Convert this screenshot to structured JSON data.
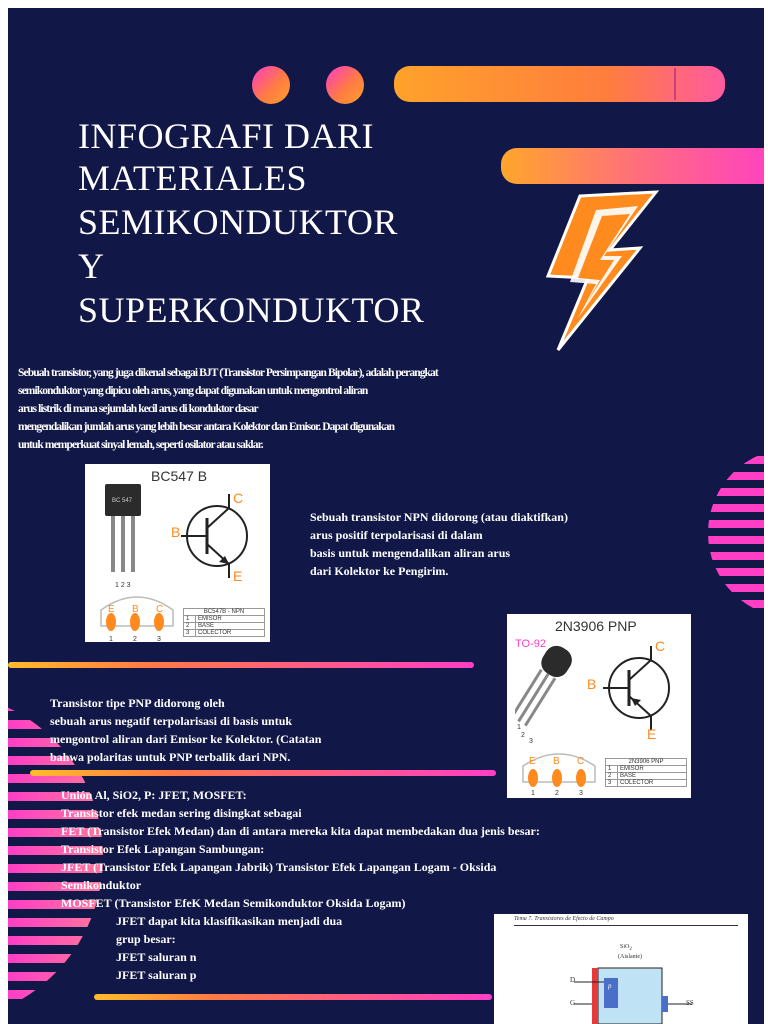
{
  "title": {
    "lines": [
      "INFOGRAFI DARI",
      "MATERIALES",
      "SEMIKONDUKTOR",
      "Y",
      "SUPERKONDUKTOR"
    ]
  },
  "intro": {
    "lines": [
      "Sebuah transistor, yang juga dikenal sebagai BJT (Transistor Persimpangan Bipolar), adalah perangkat",
      "semikonduktor yang dipicu oleh arus, yang dapat digunakan untuk mengontrol aliran",
      "arus listrik di mana sejumlah kecil arus di konduktor dasar",
      "mengendalikan jumlah arus yang lebih besar antara Kolektor dan Emisor. Dapat digunakan",
      "untuk memperkuat sinyal lemah, seperti osilator atau saklar."
    ]
  },
  "npn": {
    "lines": [
      "Sebuah transistor NPN didorong (atau diaktifkan)",
      "arus positif terpolarisasi di dalam",
      "basis untuk mengendalikan aliran arus",
      "dari Kolektor ke Pengirim."
    ],
    "figure": {
      "title": "BC547 B",
      "package_mark": "BC 547",
      "terminals": [
        "C",
        "B",
        "E"
      ],
      "pin_numbers": "1 2 3",
      "pad_letters": [
        "E",
        "B",
        "C"
      ],
      "pad_numbers": [
        "1",
        "2",
        "3"
      ],
      "table_header": "BC547B - NPN",
      "table_rows": [
        [
          "1",
          "EMISOR"
        ],
        [
          "2",
          "BASE"
        ],
        [
          "3",
          "COLECTOR"
        ]
      ]
    }
  },
  "pnp": {
    "lines": [
      "Transistor tipe PNP didorong oleh",
      "sebuah arus negatif terpolarisasi di basis untuk",
      "mengontrol aliran dari Emisor ke Kolektor. (Catatan",
      "bahwa polaritas untuk PNP terbalik dari NPN."
    ],
    "figure": {
      "title": "2N3906 PNP",
      "package": "TO-92",
      "terminals": [
        "C",
        "B",
        "E"
      ],
      "pin_numbers": [
        "1",
        "2",
        "3"
      ],
      "pad_letters": [
        "E",
        "B",
        "C"
      ],
      "pad_numbers": [
        "1",
        "2",
        "3"
      ],
      "table_header": "2N3906 PNP",
      "table_rows": [
        [
          "1",
          "EMISOR"
        ],
        [
          "2",
          "BASE"
        ],
        [
          "3",
          "COLECTOR"
        ]
      ]
    }
  },
  "fet": {
    "lines": [
      "Unión Al, SiO2, P: JFET, MOSFET:",
      "Transistor efek medan sering disingkat sebagai",
      "FET (Transistor Efek Medan) dan di antara mereka kita dapat membedakan dua jenis besar:",
      "Transistor Efek Lapangan Sambungan:",
      "JFET (Transistor Efek Lapangan Jabrik) Transistor Efek Lapangan Logam - Oksida",
      "Semikonduktor",
      "MOSFET (Transistor EfeK Medan Semikonduktor Oksida Logam)"
    ]
  },
  "jfet": {
    "lines": [
      "JFET dapat kita klasifikasikan menjadi dua",
      "grup besar:",
      "JFET saluran n",
      "JFET saluran p"
    ],
    "figure": {
      "caption": "Tema 7. Transistores de Efecto de Campo",
      "oxide_label": "SiO",
      "oxide_sub": "2",
      "oxide_note": "(Aislante)",
      "d_label": "D",
      "g_label": "G",
      "ss_label": "SS",
      "p_label": "p"
    }
  },
  "colors": {
    "background": "#111747",
    "orange": "#ff8a1e",
    "magenta": "#ff3ec6"
  }
}
